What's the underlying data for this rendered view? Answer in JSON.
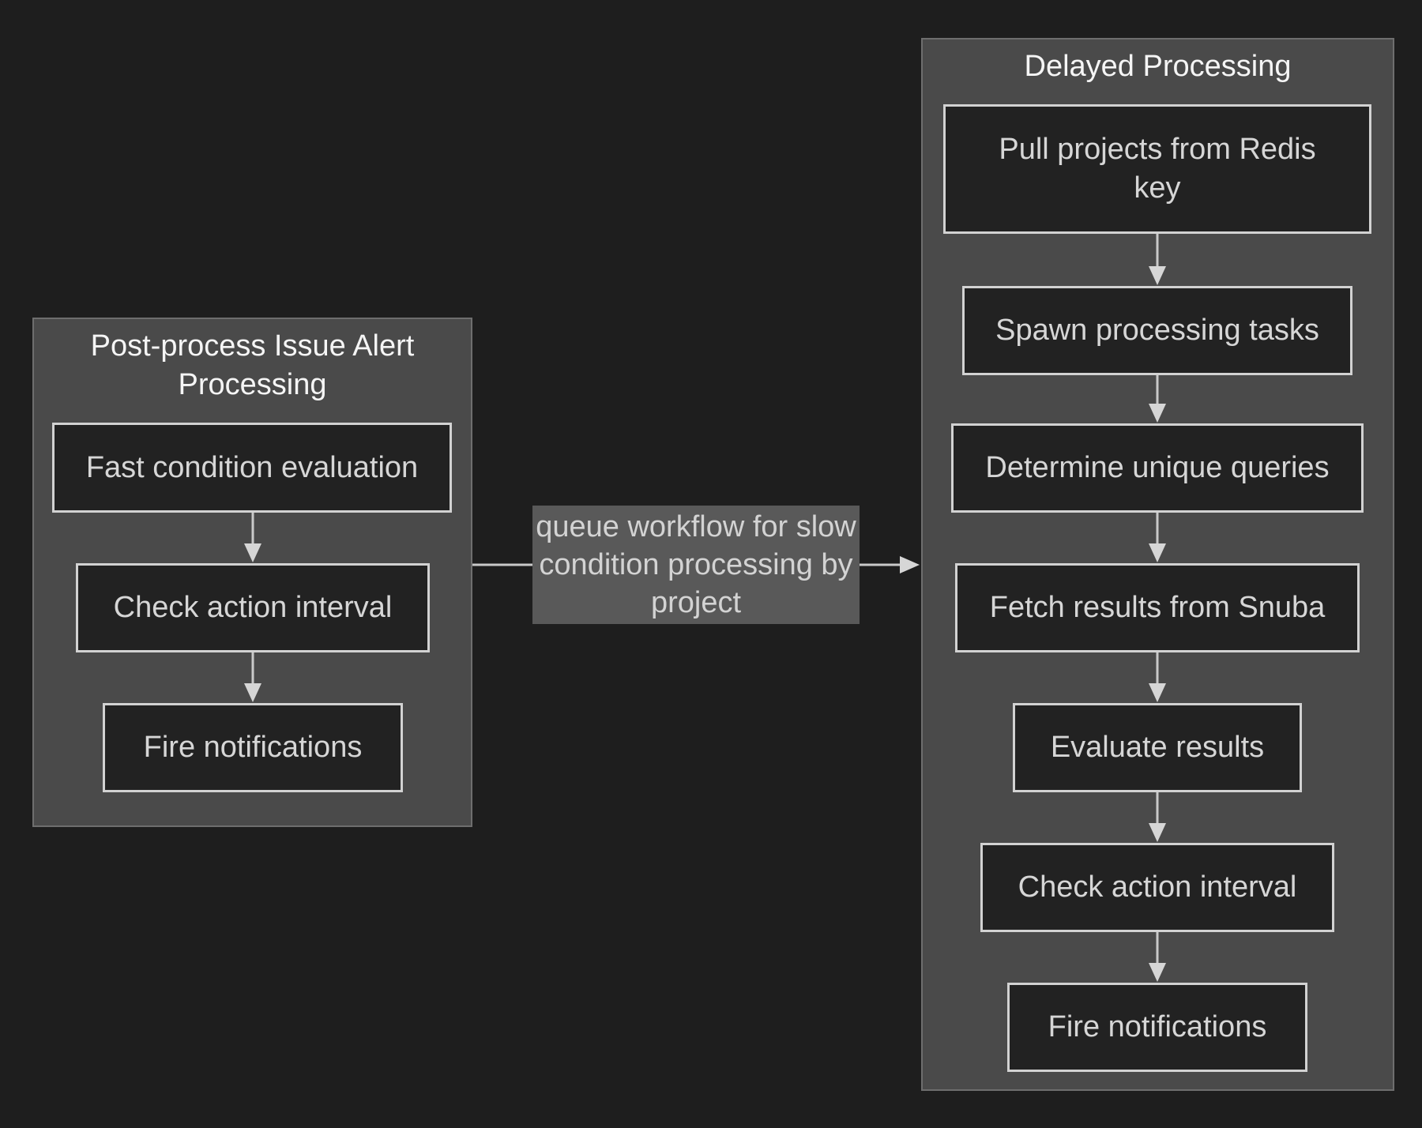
{
  "diagram": {
    "type": "flowchart",
    "background": "#1e1e1e",
    "colors": {
      "cluster_fill": "#4a4a4a",
      "cluster_border": "#6e6e6e",
      "node_fill": "#222222",
      "node_border": "#d2d2d2",
      "node_text": "#d6d6d6",
      "title_text": "#f5f5f5",
      "edge_label_bg": "#595959",
      "edge_label_text": "#d3d3d3",
      "arrow": "#c9c9c9"
    },
    "clusters": [
      {
        "id": "post-process-issue-alert-processing",
        "title": "Post-process Issue Alert Processing",
        "nodes": [
          {
            "label": "Fast condition evaluation"
          },
          {
            "label": "Check action interval"
          },
          {
            "label": "Fire notifications"
          }
        ]
      },
      {
        "id": "delayed-processing",
        "title": "Delayed Processing",
        "nodes": [
          {
            "label": "Pull projects from Redis key"
          },
          {
            "label": "Spawn processing tasks"
          },
          {
            "label": "Determine unique queries"
          },
          {
            "label": "Fetch results from Snuba"
          },
          {
            "label": "Evaluate results"
          },
          {
            "label": "Check action interval"
          },
          {
            "label": "Fire notifications"
          }
        ]
      }
    ],
    "edge": {
      "from": "Post-process Issue Alert Processing",
      "to": "Delayed Processing",
      "label": "queue workflow for slow condition processing by project"
    }
  }
}
